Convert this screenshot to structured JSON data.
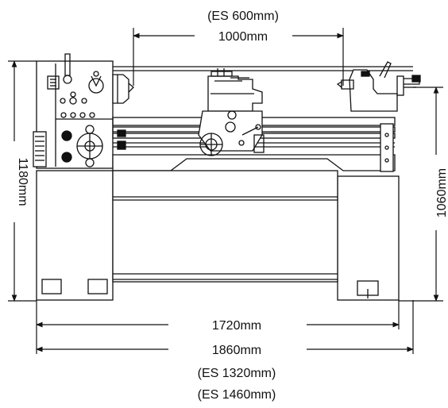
{
  "drawing": {
    "subject_icon": "lathe-front-view",
    "line_color": "#111111",
    "background": "#ffffff"
  },
  "dimensions": {
    "center_es": "(ES 600mm)",
    "center": "1000mm",
    "height_total": "1180mm",
    "height_center": "1060mm",
    "length_a": "1720mm",
    "length_b": "1860mm",
    "length_a_es": "(ES 1320mm)",
    "length_b_es": "(ES 1460mm)"
  }
}
